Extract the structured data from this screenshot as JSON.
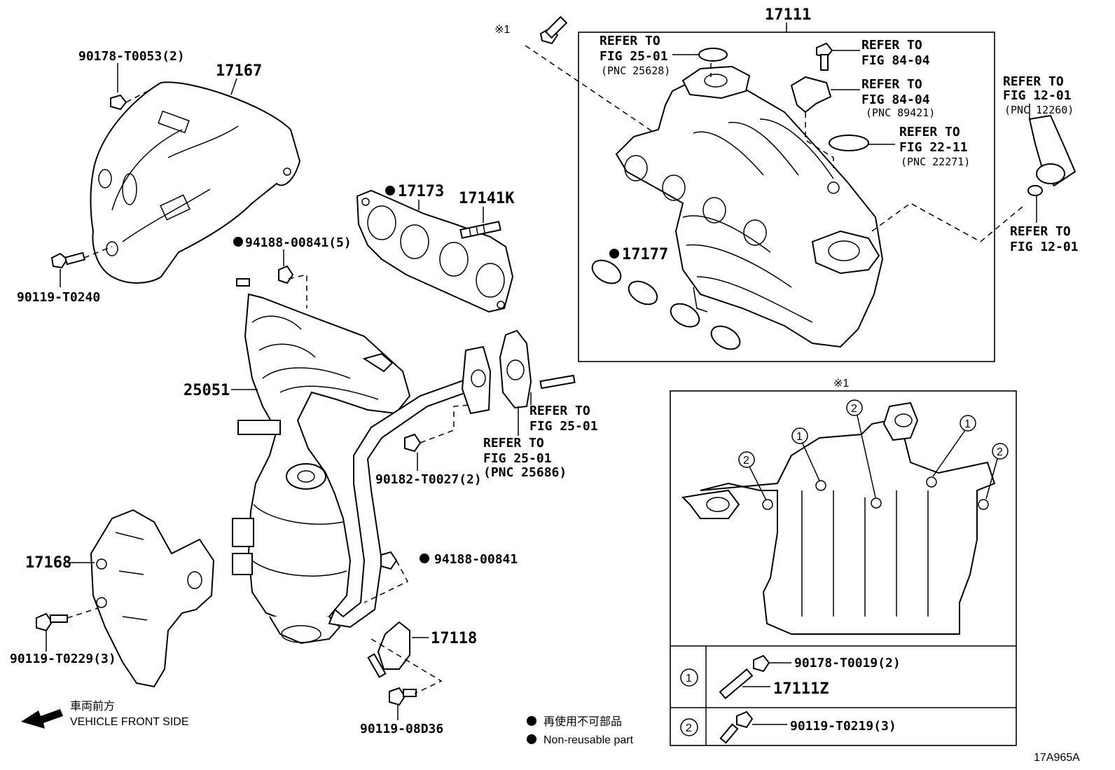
{
  "parts": {
    "p17111": "17111",
    "p17167": "17167",
    "p90178_T0053": "90178-T0053(2)",
    "p90119_T0240": "90119-T0240",
    "p17173": "17173",
    "p17141K": "17141K",
    "p94188_00841_5": "94188-00841(5)",
    "p25051": "25051",
    "p90182_T0027": "90182-T0027(2)",
    "p94188_00841": "94188-00841",
    "p17168": "17168",
    "p90119_T0229": "90119-T0229(3)",
    "p17118": "17118",
    "p90119_08D36": "90119-08D36",
    "p17177": "17177",
    "p90178_T0019": "90178-T0019(2)",
    "p17111Z": "17111Z",
    "p90119_T0219": "90119-T0219(3)"
  },
  "refs": {
    "r1_a": "REFER TO",
    "r1_b": "FIG 25-01",
    "r1_c": "(PNC 25628)",
    "r2_a": "REFER TO",
    "r2_b": "FIG 84-04",
    "r3_a": "REFER TO",
    "r3_b": "FIG 84-04",
    "r3_c": "(PNC 89421)",
    "r4_a": "REFER TO",
    "r4_b": "FIG 22-11",
    "r4_c": "(PNC 22271)",
    "r5_a": "REFER TO",
    "r5_b": "FIG 12-01",
    "r5_c": "(PNC 12260)",
    "r6_a": "REFER TO",
    "r6_b": "FIG 12-01",
    "r7_a": "REFER TO",
    "r7_b": "FIG 25-01",
    "r8_a": "REFER TO",
    "r8_b": "FIG 25-01",
    "r8_c": "(PNC 25686)"
  },
  "marks": {
    "note1_top": "※1",
    "note1_box": "※1",
    "c1": "1",
    "c2": "2"
  },
  "legend": {
    "jp": "再使用不可部品",
    "en": "Non-reusable part",
    "front_jp": "車両前方",
    "front_en": "VEHICLE FRONT SIDE"
  },
  "drawing_id": "17A965A"
}
